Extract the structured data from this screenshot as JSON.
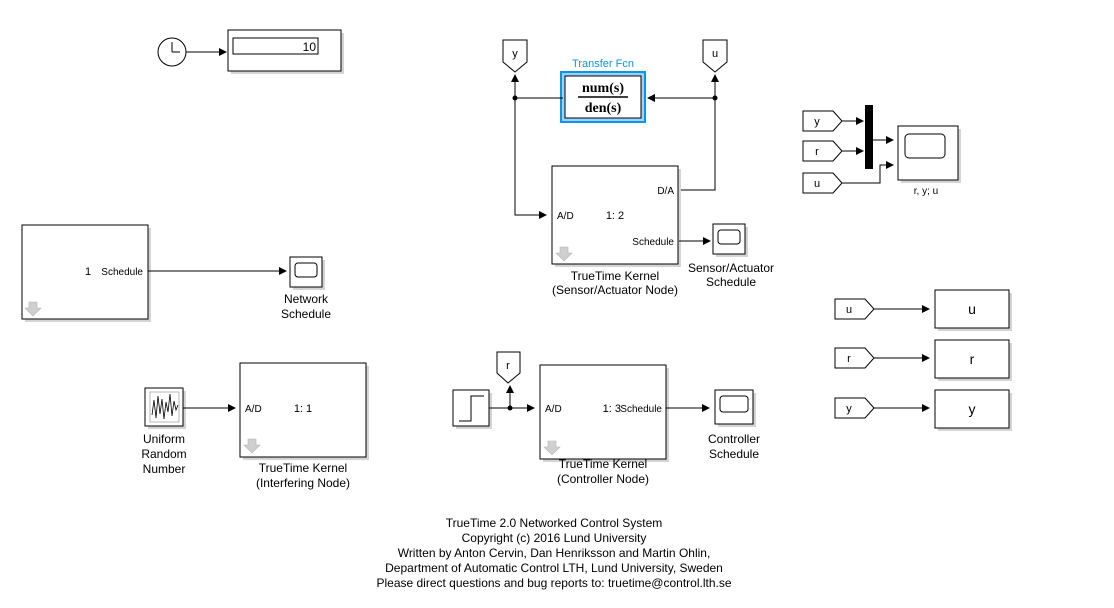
{
  "display": {
    "value": "10"
  },
  "transfer_fcn": {
    "label": "Transfer Fcn",
    "numerator": "num(s)",
    "denominator": "den(s)"
  },
  "goto_tags": {
    "top_y": "y",
    "top_u": "u",
    "ctrl_r": "r"
  },
  "from_tags": {
    "mux_y": "y",
    "mux_r": "r",
    "mux_u": "u",
    "out_u": "u",
    "out_r": "r",
    "out_y": "y"
  },
  "scope_ryu": {
    "label": "r, y; u"
  },
  "sensor_kernel": {
    "ad_port": "A/D",
    "da_port": "D/A",
    "schedule_port": "Schedule",
    "node": "1: 2",
    "caption_line1": "TrueTime Kernel",
    "caption_line2": "(Sensor/Actuator Node)"
  },
  "sensor_scope": {
    "line1": "Sensor/Actuator",
    "line2": "Schedule"
  },
  "network_block": {
    "node": "1",
    "schedule_port": "Schedule"
  },
  "network_scope": {
    "line1": "Network",
    "line2": "Schedule"
  },
  "workspace_blocks": {
    "u": "u",
    "r": "r",
    "y": "y"
  },
  "random_block": {
    "line1": "Uniform",
    "line2": "Random",
    "line3": "Number"
  },
  "interfering_kernel": {
    "ad_port": "A/D",
    "node": "1: 1",
    "caption_line1": "TrueTime Kernel",
    "caption_line2": "(Interfering Node)"
  },
  "controller_kernel": {
    "ad_port": "A/D",
    "node": "1: 3",
    "schedule_port": "Schedule",
    "caption_line1": "TrueTime Kernel",
    "caption_line2": "(Controller Node)"
  },
  "controller_scope": {
    "line1": "Controller",
    "line2": "Schedule"
  },
  "footer": {
    "line1": "TrueTime 2.0  Networked Control System",
    "line2": "Copyright (c) 2016 Lund University",
    "line3": "Written by Anton Cervin, Dan Henriksson and Martin Ohlin,",
    "line4": "Department of Automatic Control LTH, Lund University, Sweden",
    "line5": "Please direct questions and bug reports to:  truetime@control.lth.se"
  },
  "colors": {
    "highlight": "#0b95e8",
    "shadow": "#d4d4d4",
    "arrow_icon": "#c8c8c8"
  }
}
